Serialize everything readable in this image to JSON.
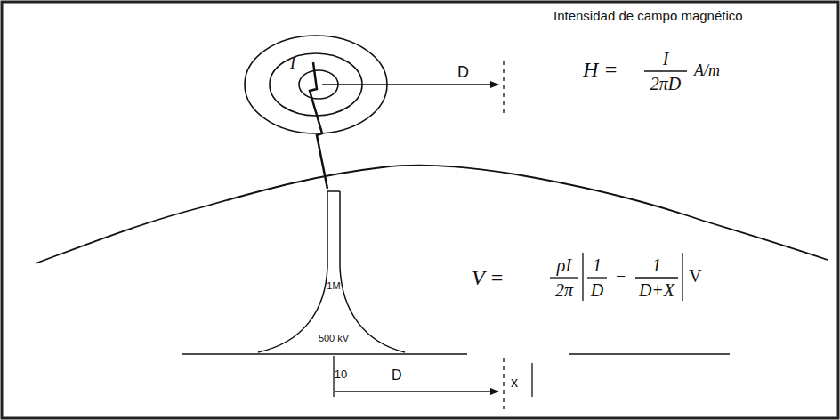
{
  "diagram": {
    "labels": [
      "Intensidad de campo magnético",
      "I",
      "D",
      "H =",
      "I",
      "2πD",
      "A/m",
      "V =",
      "ρI",
      "2π",
      "1",
      "D",
      "−",
      "1",
      "D+X",
      "V",
      "1M",
      "500 kV",
      "10",
      "D",
      "x"
    ]
  }
}
